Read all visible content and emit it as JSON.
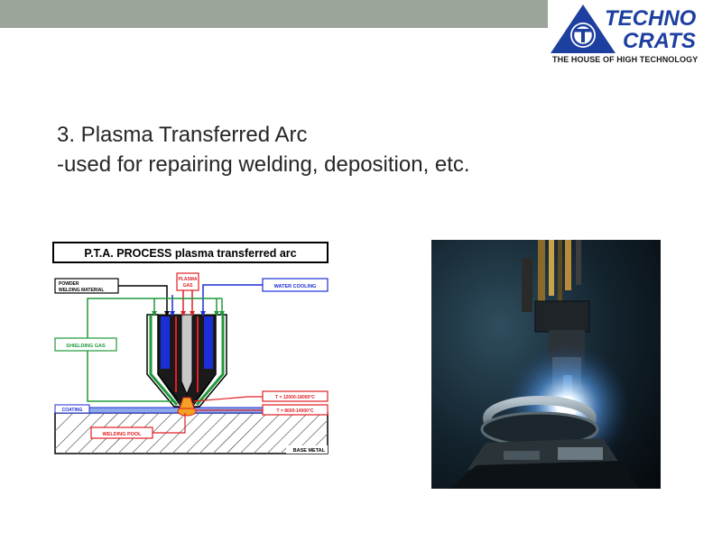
{
  "brand": {
    "name_line1": "TECHNO",
    "name_line2": "CRATS",
    "tagline": "THE HOUSE OF HIGH TECHNOLOGY",
    "color": "#1d3fa0"
  },
  "slide": {
    "heading_line1": "3. Plasma Transferred Arc",
    "heading_line2": "-used for repairing welding, deposition, etc."
  },
  "diagram": {
    "title": "P.T.A. PROCESS plasma transferred arc",
    "labels": {
      "powder_line1": "POWDER",
      "powder_line2": "WELDING MATERIAL",
      "plasma_gas_line1": "PLASMA",
      "plasma_gas_line2": "GAS",
      "water_cooling": "WATER COOLING",
      "shielding_gas": "SHIELDING GAS",
      "temp_arc": "T = 12000-18000°C",
      "temp_pool": "T = 8000-14000°C",
      "coating": "COATING",
      "welding_pool": "WELDING POOL",
      "base_metal": "BASE METAL"
    },
    "colors": {
      "powder": "#000000",
      "plasma_gas": "#e01f26",
      "water_cooling": "#1b2fd6",
      "shielding_gas": "#1f9a3a"
    }
  }
}
